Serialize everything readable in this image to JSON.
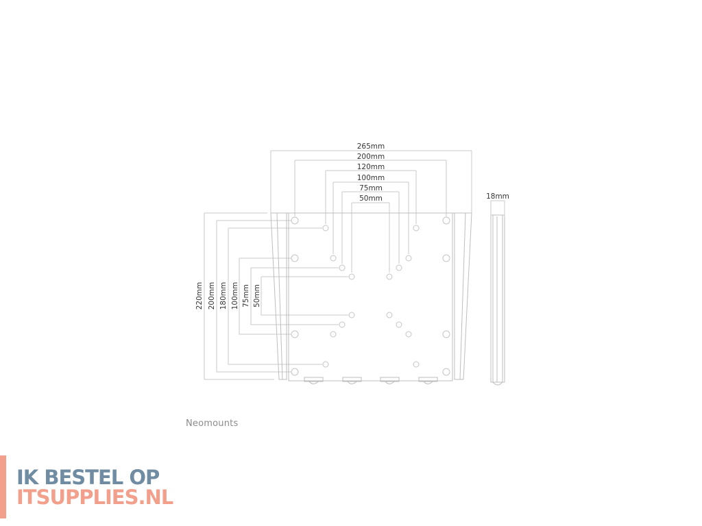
{
  "diagram": {
    "width_labels": [
      "265mm",
      "200mm",
      "120mm",
      "100mm",
      "75mm",
      "50mm"
    ],
    "height_labels": [
      "220mm",
      "200mm",
      "180mm",
      "100mm",
      "75mm",
      "50mm"
    ],
    "depth_label": "18mm"
  },
  "brand": "Neomounts",
  "watermark": {
    "line1": "IK BESTEL OP",
    "line2": "ITSUPPLIES.NL",
    "colors": {
      "blue": "#6f8ca3",
      "salmon": "#f2a08c"
    }
  }
}
